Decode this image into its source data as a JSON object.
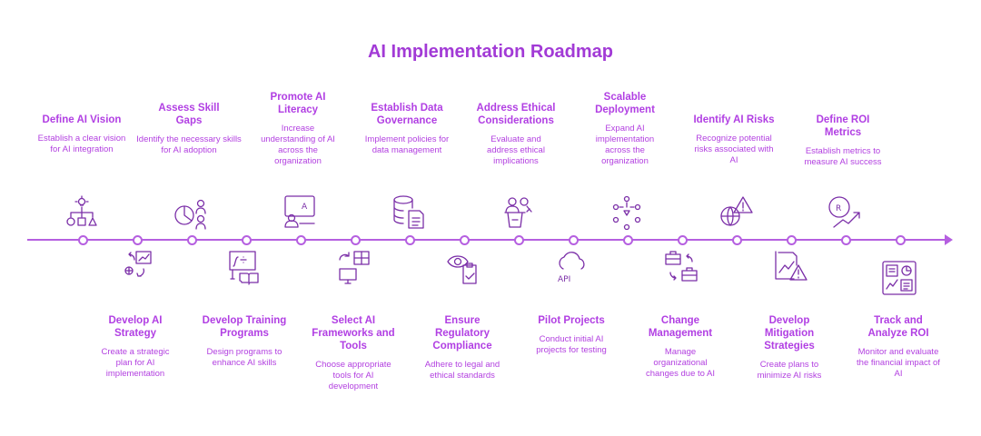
{
  "title": "AI Implementation Roadmap",
  "accent_color": "#a23ad6",
  "line_color": "#b55fe0",
  "steps": [
    {
      "title": "Define AI Vision",
      "desc": "Establish a clear vision for AI integration",
      "icon": "lightbulb-flowchart-icon"
    },
    {
      "title": "Develop AI Strategy",
      "desc": "Create a strategic plan for AI implementation",
      "icon": "strategy-presentation-icon"
    },
    {
      "title": "Assess Skill Gaps",
      "desc": "Identify the necessary skills for AI adoption",
      "icon": "pie-chart-people-icon"
    },
    {
      "title": "Develop Training Programs",
      "desc": "Design programs to enhance AI skills",
      "icon": "whiteboard-book-icon"
    },
    {
      "title": "Promote AI Literacy",
      "desc": "Increase understanding of AI across the organization",
      "icon": "learner-screen-icon"
    },
    {
      "title": "Select AI Frameworks and Tools",
      "desc": "Choose appropriate tools for AI development",
      "icon": "tools-grid-icon"
    },
    {
      "title": "Establish Data Governance",
      "desc": "Implement policies for data management",
      "icon": "database-document-icon"
    },
    {
      "title": "Ensure Regulatory Compliance",
      "desc": "Adhere to legal and ethical standards",
      "icon": "eye-checklist-icon"
    },
    {
      "title": "Address Ethical Considerations",
      "desc": "Evaluate and address ethical implications",
      "icon": "speaker-podium-icon"
    },
    {
      "title": "Pilot Projects",
      "desc": "Conduct initial AI projects for testing",
      "icon": "cloud-api-icon"
    },
    {
      "title": "Scalable Deployment",
      "desc": "Expand AI implementation across the organization",
      "icon": "network-nodes-icon"
    },
    {
      "title": "Change Management",
      "desc": "Manage organizational changes due to AI",
      "icon": "briefcase-swap-icon"
    },
    {
      "title": "Identify AI Risks",
      "desc": "Recognize potential risks associated with AI",
      "icon": "globe-warning-icon"
    },
    {
      "title": "Develop Mitigation Strategies",
      "desc": "Create plans to minimize AI risks",
      "icon": "chart-warning-icon"
    },
    {
      "title": "Define ROI Metrics",
      "desc": "Establish metrics to measure AI success",
      "icon": "currency-growth-icon"
    },
    {
      "title": "Track and Analyze ROI",
      "desc": "Monitor and evaluate the financial impact of AI",
      "icon": "dashboard-icon"
    }
  ]
}
